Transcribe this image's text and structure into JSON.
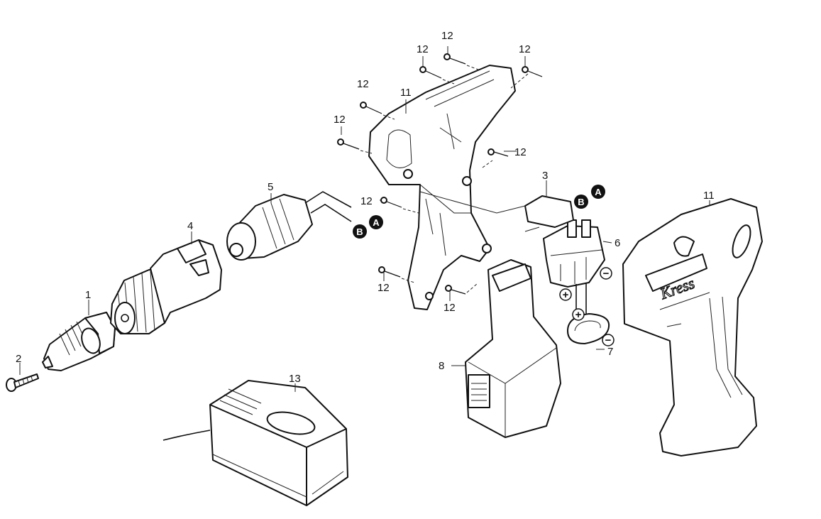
{
  "diagram": {
    "part_labels": [
      {
        "id": "p1",
        "text": "1"
      },
      {
        "id": "p2",
        "text": "2"
      },
      {
        "id": "p3",
        "text": "3"
      },
      {
        "id": "p4",
        "text": "4"
      },
      {
        "id": "p5",
        "text": "5"
      },
      {
        "id": "p6",
        "text": "6"
      },
      {
        "id": "p7",
        "text": "7"
      },
      {
        "id": "p8",
        "text": "8"
      },
      {
        "id": "p11a",
        "text": "11"
      },
      {
        "id": "p11b",
        "text": "11"
      },
      {
        "id": "p13",
        "text": "13"
      },
      {
        "id": "s1",
        "text": "12"
      },
      {
        "id": "s2",
        "text": "12"
      },
      {
        "id": "s3",
        "text": "12"
      },
      {
        "id": "s4",
        "text": "12"
      },
      {
        "id": "s5",
        "text": "12"
      },
      {
        "id": "s6",
        "text": "12"
      },
      {
        "id": "s7",
        "text": "12"
      },
      {
        "id": "s8",
        "text": "12"
      },
      {
        "id": "s9",
        "text": "12"
      }
    ],
    "connection_markers": [
      {
        "id": "mA1",
        "text": "A"
      },
      {
        "id": "mB1",
        "text": "B"
      },
      {
        "id": "mA2",
        "text": "A"
      },
      {
        "id": "mB2",
        "text": "B"
      }
    ],
    "polarity_marks": [
      {
        "id": "pol1",
        "text": "+"
      },
      {
        "id": "pol2",
        "text": "−"
      },
      {
        "id": "pol3",
        "text": "+"
      },
      {
        "id": "pol4",
        "text": "−"
      }
    ],
    "brand": "Kress"
  }
}
